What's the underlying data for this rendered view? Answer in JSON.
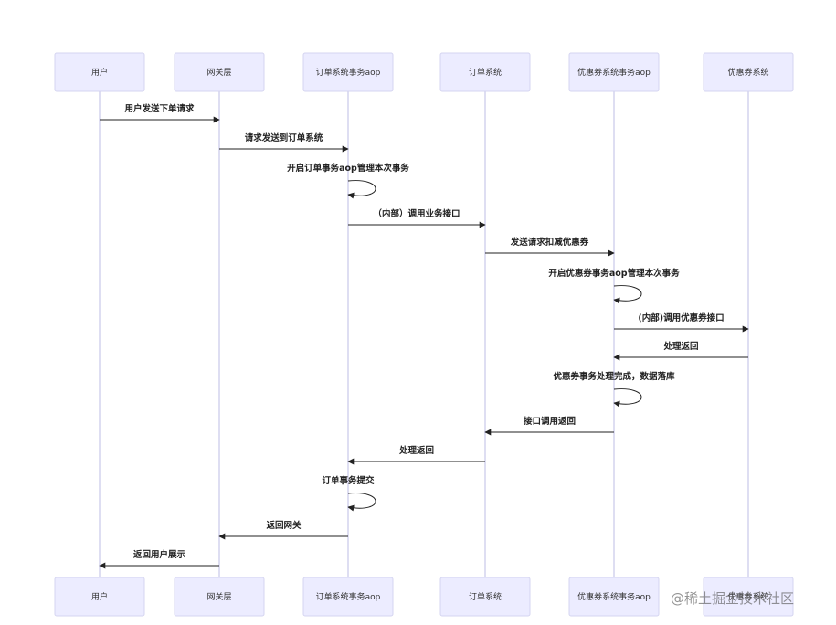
{
  "participants": [
    {
      "id": "user",
      "label": "用户"
    },
    {
      "id": "gateway",
      "label": "网关层"
    },
    {
      "id": "order_aop",
      "label": "订单系统事务aop"
    },
    {
      "id": "order",
      "label": "订单系统"
    },
    {
      "id": "coupon_aop",
      "label": "优惠券系统事务aop"
    },
    {
      "id": "coupon",
      "label": "优惠券系统"
    }
  ],
  "messages": [
    {
      "from": "user",
      "to": "gateway",
      "text": "用户发送下单请求"
    },
    {
      "from": "gateway",
      "to": "order_aop",
      "text": "请求发送到订单系统"
    },
    {
      "from": "order_aop",
      "to": "order_aop",
      "text": "开启订单事务aop管理本次事务"
    },
    {
      "from": "order_aop",
      "to": "order",
      "text": "（内部）调用业务接口"
    },
    {
      "from": "order",
      "to": "coupon_aop",
      "text": "发送请求扣减优惠券"
    },
    {
      "from": "coupon_aop",
      "to": "coupon_aop",
      "text": "开启优惠券事务aop管理本次事务"
    },
    {
      "from": "coupon_aop",
      "to": "coupon",
      "text": "(内部)调用优惠券接口"
    },
    {
      "from": "coupon",
      "to": "coupon_aop",
      "text": "处理返回"
    },
    {
      "from": "coupon_aop",
      "to": "coupon_aop",
      "text": "优惠券事务处理完成，数据落库"
    },
    {
      "from": "coupon_aop",
      "to": "order",
      "text": "接口调用返回"
    },
    {
      "from": "order",
      "to": "order_aop",
      "text": "处理返回"
    },
    {
      "from": "order_aop",
      "to": "order_aop",
      "text": "订单事务提交"
    },
    {
      "from": "order_aop",
      "to": "gateway",
      "text": "返回网关"
    },
    {
      "from": "gateway",
      "to": "user",
      "text": "返回用户展示"
    }
  ],
  "watermark": "@稀土掘金技术社区"
}
